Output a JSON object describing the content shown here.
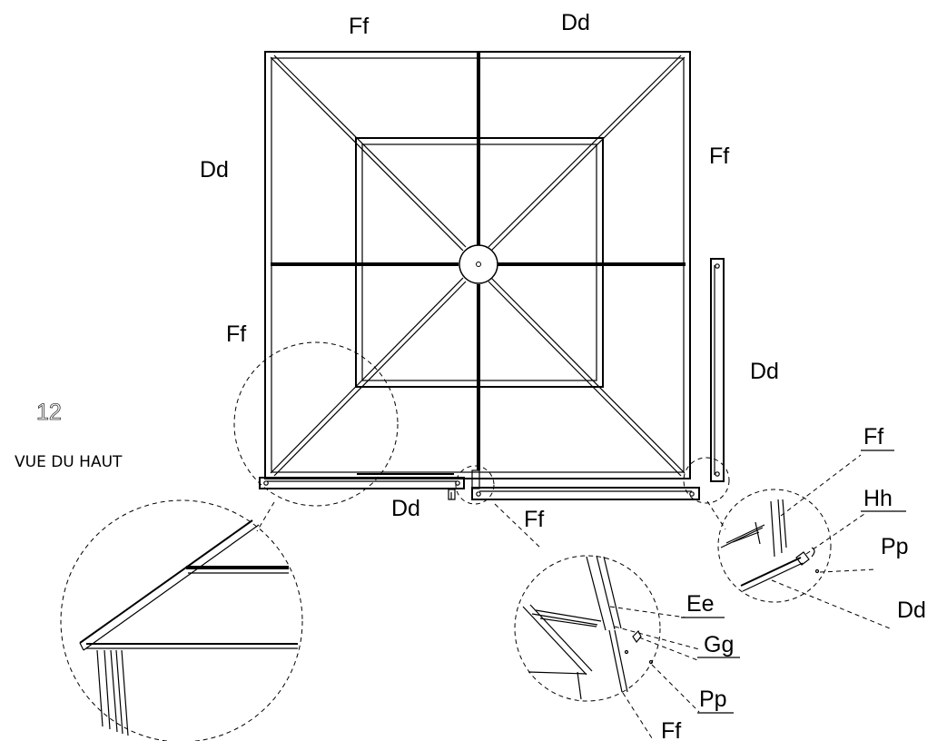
{
  "labels": {
    "top_left": "Ff",
    "top_right": "Dd",
    "left_upper": "Dd",
    "right_upper": "Ff",
    "left_lower": "Ff",
    "right_lower": "Dd",
    "bottom_center": "Dd",
    "bottom_ff": "Ff",
    "detail_right_ff": "Ff",
    "detail_right_hh": "Hh",
    "detail_right_pp": "Pp",
    "detail_right_dd": "Dd",
    "detail_bottom_ee": "Ee",
    "detail_bottom_gg": "Gg",
    "detail_bottom_pp": "Pp",
    "detail_bottom_ff": "Ff"
  },
  "step_number": "12",
  "caption": "VUE DU HAUT"
}
